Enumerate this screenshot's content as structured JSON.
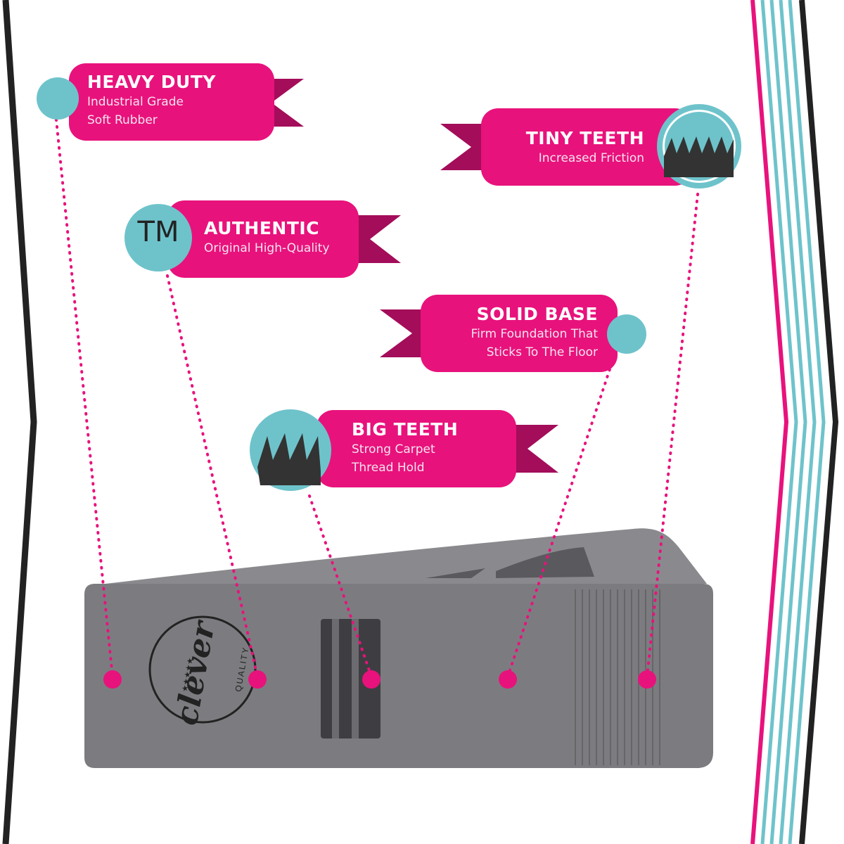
{
  "callouts": [
    {
      "title": "HEAVY DUTY",
      "line1": "Industrial Grade",
      "line2": "Soft Rubber"
    },
    {
      "title": "TINY TEETH",
      "line1": "Increased Friction"
    },
    {
      "title": "AUTHENTIC",
      "line1": "Original High-Quality"
    },
    {
      "title": "SOLID BASE",
      "line1": "Firm Foundation That",
      "line2": "Sticks To The Floor"
    },
    {
      "title": "BIG TEETH",
      "line1": "Strong Carpet",
      "line2": "Thread Hold"
    }
  ],
  "tm_badge": "TM",
  "logo": {
    "brand": "clever",
    "tagline": "QUALITY",
    "stars": "★★★★★"
  },
  "colors": {
    "magenta": "#e8127c",
    "ribbon_dark": "#a30d5a",
    "teal": "#6ec3cb",
    "product_gray": "#7c7c80",
    "outline_dark": "#222222"
  }
}
